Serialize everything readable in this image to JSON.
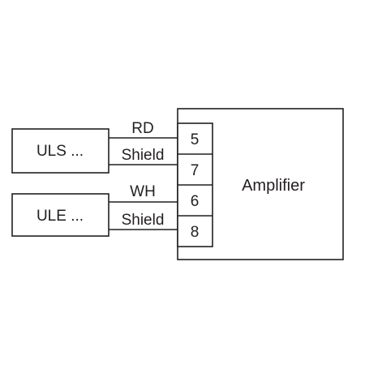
{
  "devices": {
    "uls_label": "ULS ...",
    "ule_label": "ULE ..."
  },
  "amplifier": {
    "label": "Amplifier",
    "terminals": [
      "5",
      "7",
      "6",
      "8"
    ]
  },
  "wires": {
    "uls_signal": "RD",
    "uls_shield": "Shield",
    "ule_signal": "WH",
    "ule_shield": "Shield"
  }
}
